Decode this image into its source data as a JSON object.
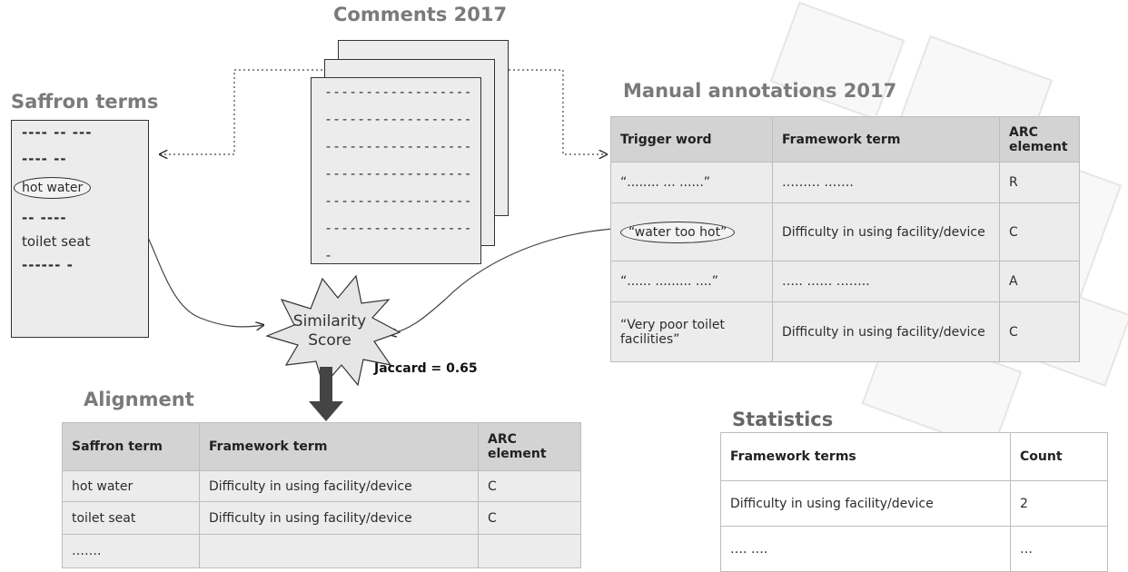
{
  "comments": {
    "title": "Comments 2017",
    "lines": [
      "------------------",
      "------------------",
      "------------------",
      "------------------",
      "------------------",
      "------------------",
      "-"
    ]
  },
  "saffron": {
    "title": "Saffron terms",
    "lines": [
      "---- -- ---",
      "---- --",
      "hot water",
      "-- ----",
      "toilet seat",
      "------ -"
    ]
  },
  "manual": {
    "title": "Manual annotations 2017",
    "headers": [
      "Trigger word",
      "Framework term",
      "ARC element"
    ],
    "rows": [
      [
        "“........ ... ......”",
        "……… …….",
        "R"
      ],
      [
        "“water too hot”",
        "Difficulty in using facility/device",
        "C"
      ],
      [
        "“...... ......... ....”",
        "….. …… ……..",
        "A"
      ],
      [
        "“Very poor toilet facilities”",
        "Difficulty in using facility/device",
        "C"
      ]
    ]
  },
  "similarity": {
    "label": "Similarity Score",
    "jaccard": "Jaccard = 0.65"
  },
  "alignment": {
    "title": "Alignment",
    "headers": [
      "Saffron term",
      "Framework term",
      "ARC element"
    ],
    "rows": [
      [
        "hot water",
        "Difficulty in using facility/device",
        "C"
      ],
      [
        "toilet seat",
        "Difficulty in using facility/device",
        "C"
      ],
      [
        "…….",
        "",
        ""
      ]
    ]
  },
  "statistics": {
    "title": "Statistics",
    "headers": [
      "Framework terms",
      "Count"
    ],
    "rows": [
      [
        "Difficulty in using facility/device",
        "2"
      ],
      [
        "…. ….",
        "…"
      ]
    ]
  }
}
